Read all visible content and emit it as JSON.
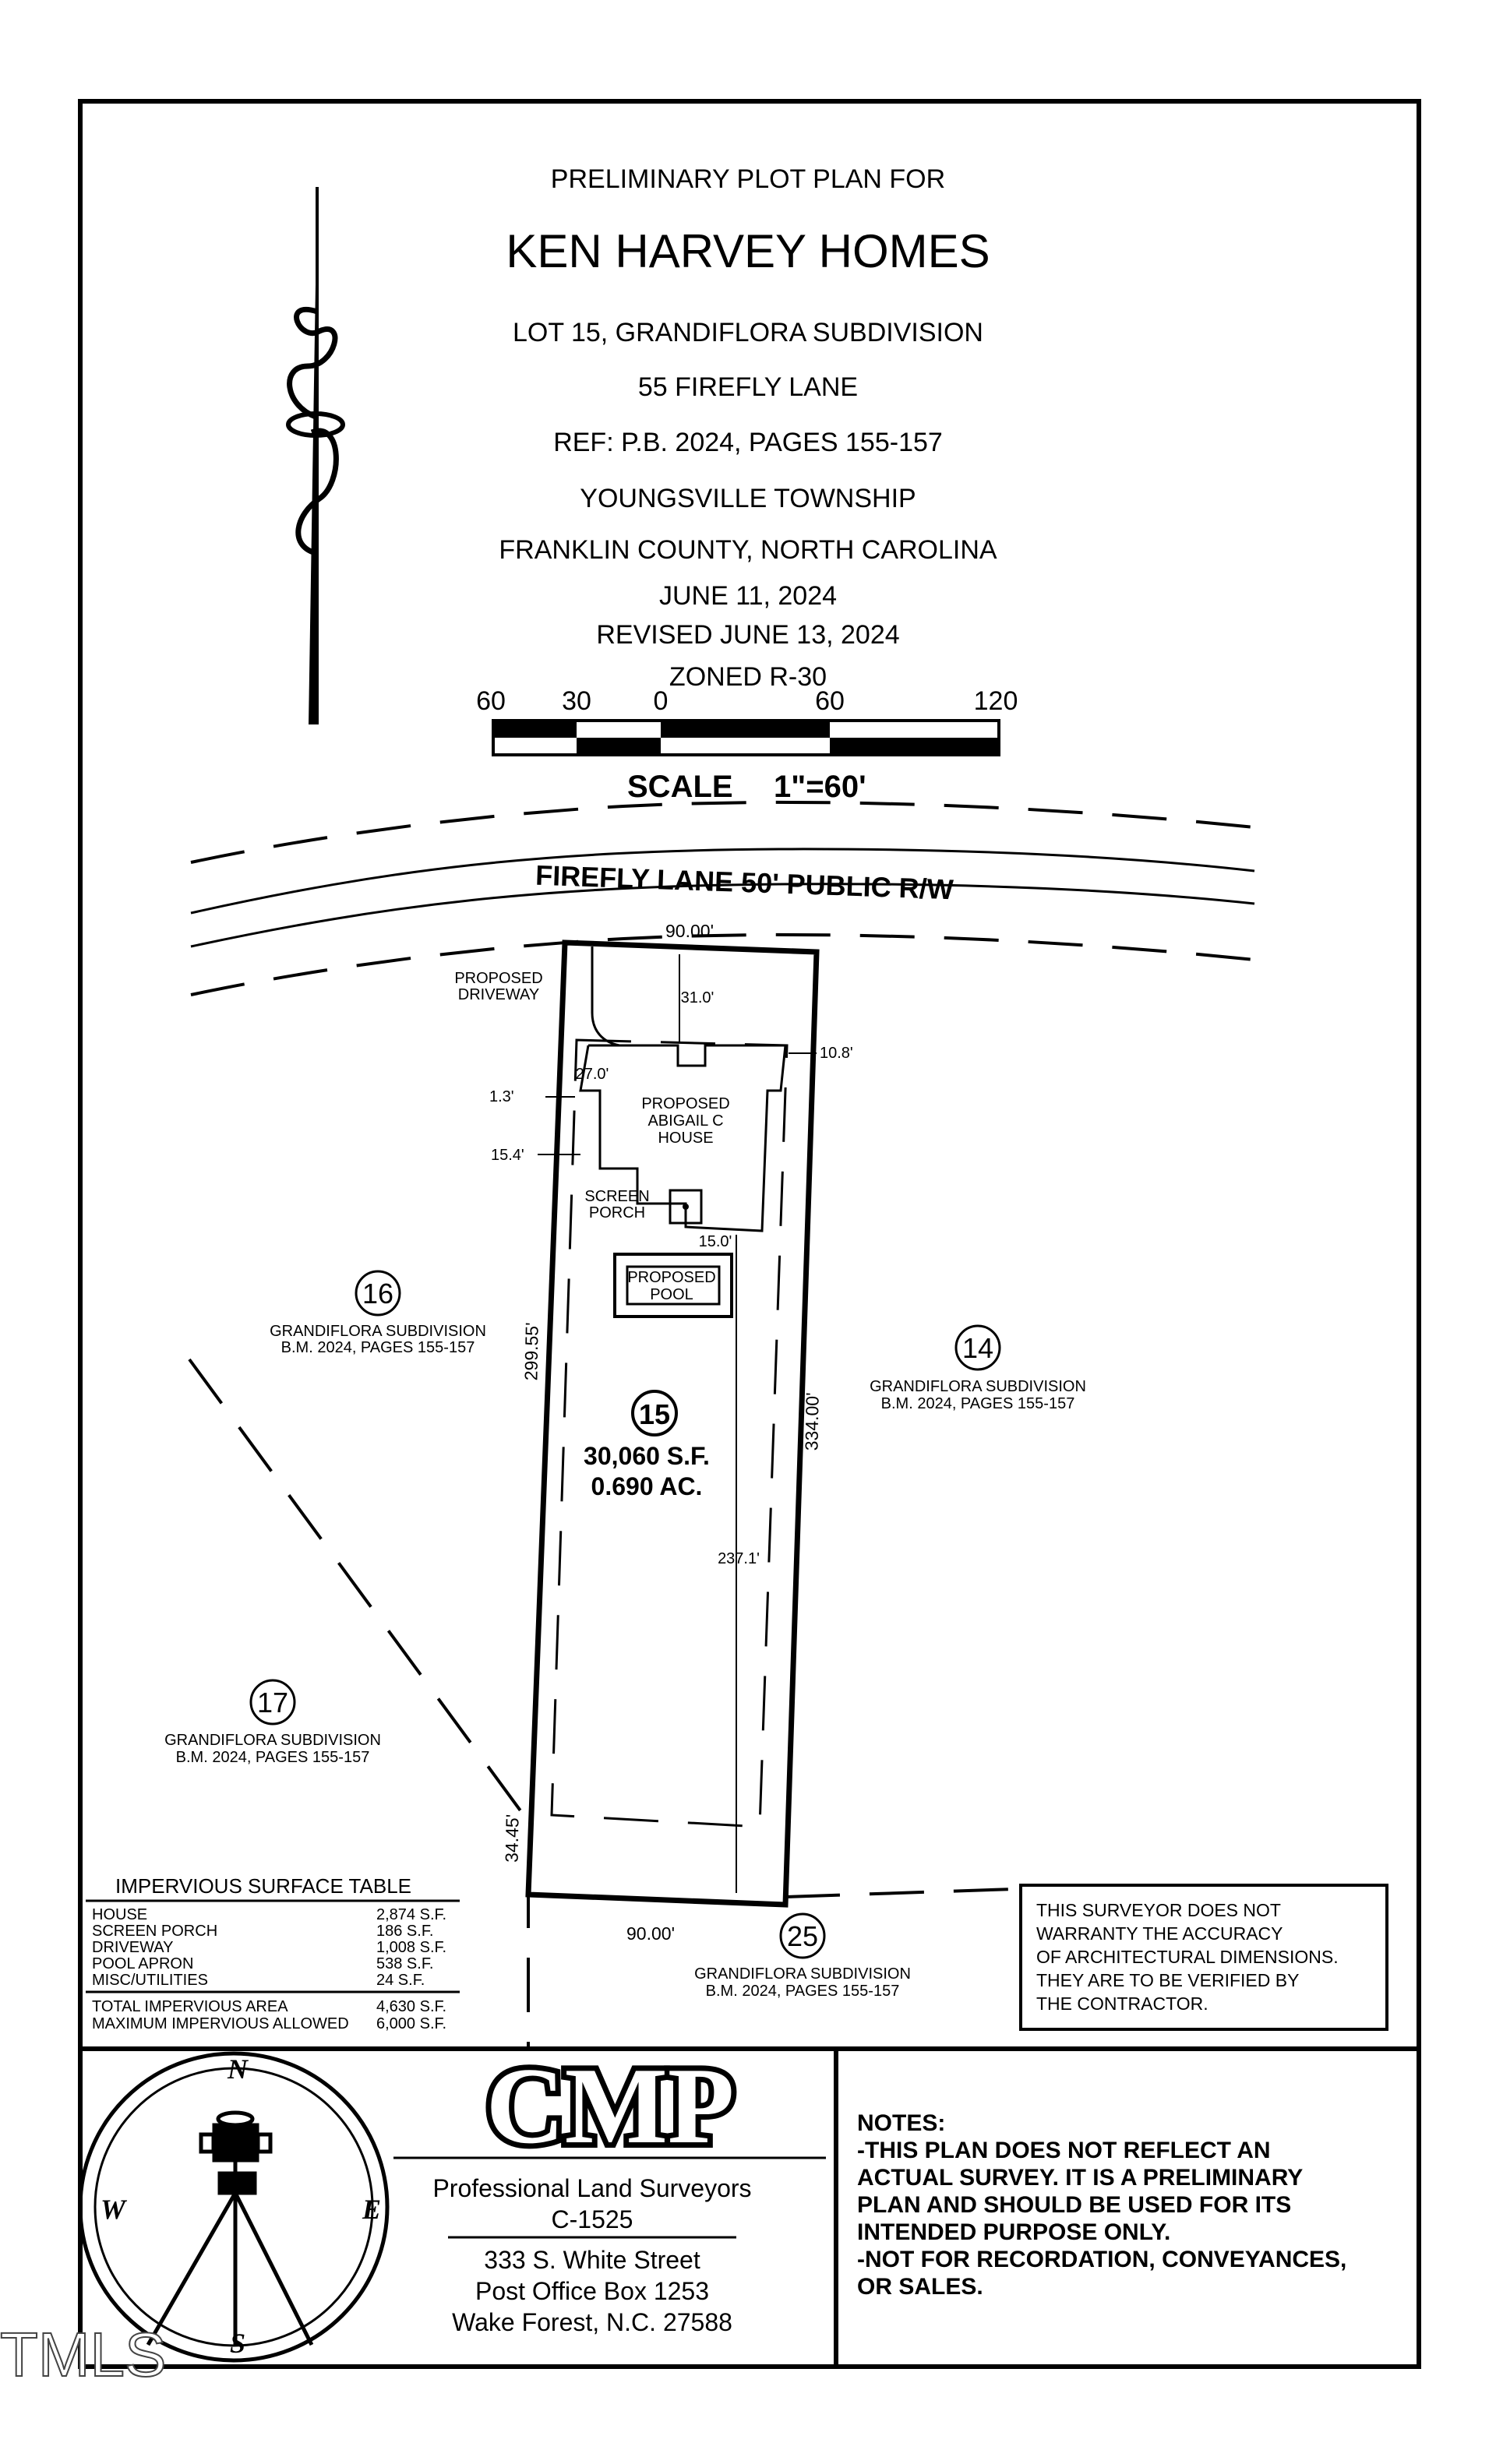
{
  "title_block": {
    "line1": "PRELIMINARY PLOT PLAN FOR",
    "client": "KEN HARVEY HOMES",
    "lot": "LOT 15, GRANDIFLORA SUBDIVISION",
    "address": "55 FIREFLY LANE",
    "ref": "REF: P.B. 2024, PAGES 155-157",
    "township": "YOUNGSVILLE TOWNSHIP",
    "county": "FRANKLIN COUNTY, NORTH CAROLINA",
    "date": "JUNE 11, 2024",
    "revised": "REVISED JUNE 13, 2024",
    "zoning": "ZONED R-30"
  },
  "scale_bar": {
    "labels": [
      "60",
      "30",
      "0",
      "60",
      "120"
    ],
    "scale_text": "SCALE",
    "scale_ratio": "1\"=60'"
  },
  "street": {
    "label": "FIREFLY LANE 50' PUBLIC R/W"
  },
  "lot15": {
    "number": "15",
    "area_sf": "30,060 S.F.",
    "area_ac": "0.690 AC.",
    "front": "90.00'",
    "rear": "90.00'",
    "left_upper": "299.55'",
    "left_lower": "34.45'",
    "right": "334.00'",
    "house_label": [
      "PROPOSED",
      "ABIGAIL C",
      "HOUSE"
    ],
    "driveway_label": [
      "PROPOSED",
      "DRIVEWAY"
    ],
    "porch_label": [
      "SCREEN",
      "PORCH"
    ],
    "pool_label": [
      "PROPOSED",
      "POOL"
    ],
    "dims": {
      "front_setback": "31.0'",
      "garage_width": "27.0'",
      "right_setback": "10.8'",
      "left_setback_1": "1.3'",
      "left_setback_2": "15.4'",
      "rear_porch": "15.0'",
      "rear_depth": "237.1'"
    }
  },
  "adjacent_lots": [
    {
      "number": "16",
      "subdivision": "GRANDIFLORA SUBDIVISION",
      "ref": "B.M. 2024, PAGES 155-157"
    },
    {
      "number": "14",
      "subdivision": "GRANDIFLORA SUBDIVISION",
      "ref": "B.M. 2024, PAGES 155-157"
    },
    {
      "number": "17",
      "subdivision": "GRANDIFLORA SUBDIVISION",
      "ref": "B.M. 2024, PAGES 155-157"
    },
    {
      "number": "25",
      "subdivision": "GRANDIFLORA SUBDIVISION",
      "ref": "B.M. 2024, PAGES 155-157"
    }
  ],
  "impervious_table": {
    "title": "IMPERVIOUS SURFACE TABLE",
    "rows": [
      {
        "label": "HOUSE",
        "value": "2,874 S.F."
      },
      {
        "label": "SCREEN PORCH",
        "value": "186 S.F."
      },
      {
        "label": "DRIVEWAY",
        "value": "1,008 S.F."
      },
      {
        "label": "POOL APRON",
        "value": "538 S.F."
      },
      {
        "label": "MISC/UTILITIES",
        "value": "24 S.F."
      }
    ],
    "totals": [
      {
        "label": "TOTAL IMPERVIOUS AREA",
        "value": "4,630 S.F."
      },
      {
        "label": "MAXIMUM IMPERVIOUS ALLOWED",
        "value": "6,000 S.F."
      }
    ]
  },
  "disclaimer": [
    "THIS SURVEYOR DOES NOT",
    "WARRANTY THE ACCURACY",
    "OF ARCHITECTURAL DIMENSIONS.",
    "THEY ARE TO BE VERIFIED BY",
    "THE CONTRACTOR."
  ],
  "compass": {
    "n": "N",
    "e": "E",
    "s": "S",
    "w": "W"
  },
  "firm": {
    "logo": "CMP",
    "tagline": "Professional Land Surveyors",
    "license": "C-1525",
    "street": "333 S. White Street",
    "po_box": "Post Office Box 1253",
    "city": "Wake Forest, N.C. 27588"
  },
  "notes": [
    "NOTES:",
    "-THIS PLAN DOES NOT REFLECT AN",
    "ACTUAL SURVEY. IT IS A PRELIMINARY",
    "PLAN AND SHOULD BE USED FOR ITS",
    "INTENDED PURPOSE ONLY.",
    "-NOT FOR RECORDATION, CONVEYANCES,",
    "OR SALES."
  ],
  "watermark": "TMLS"
}
